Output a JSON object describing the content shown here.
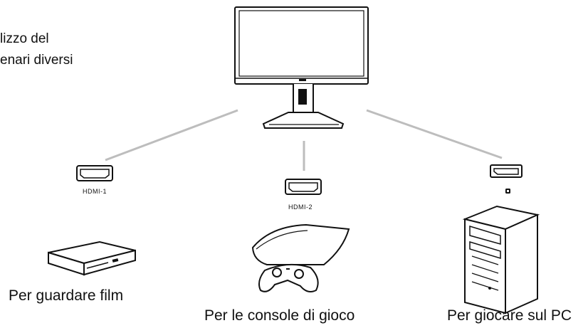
{
  "intro": {
    "line1": "lizzo del",
    "line2": "enari diversi"
  },
  "ports": [
    {
      "label": "HDMI-1",
      "icon": "hdmi-port-icon"
    },
    {
      "label": "HDMI-2",
      "icon": "hdmi-port-icon"
    },
    {
      "label": "",
      "icon": "displayport-icon"
    }
  ],
  "devices": [
    {
      "caption": "Per guardare film",
      "icon": "media-player-icon"
    },
    {
      "caption": "Per le console di gioco",
      "icon": "game-console-icon"
    },
    {
      "caption": "Per giocare sul PC",
      "icon": "pc-tower-icon"
    }
  ],
  "colors": {
    "connector_line": "#bdbdbd",
    "stroke": "#111111"
  }
}
